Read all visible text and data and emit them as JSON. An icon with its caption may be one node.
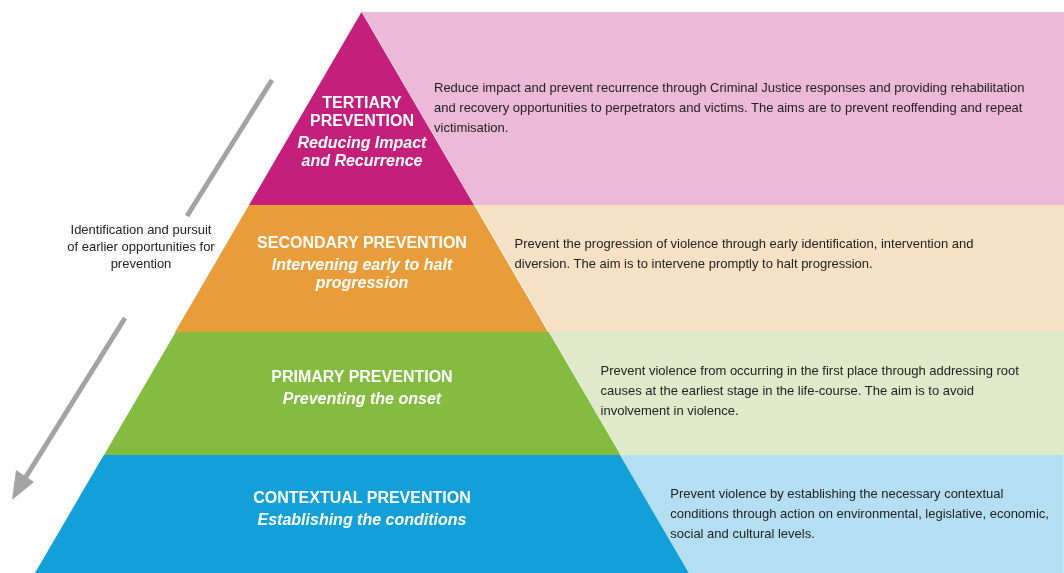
{
  "diagram": {
    "nodes": [
      {
        "text": [
          "TERTIARY PREVENTION",
          "Reducing Impact and Recurrence"
        ]
      },
      {
        "text": [
          "Reduce impact and prevent recurrence through Criminal Justice responses and providing rehabilitation and recovery opportunities to perpetrators and victims. The aims are to prevent reoffending and repeat victimisation."
        ]
      },
      {
        "text": [
          "SECONDARY PREVENTION",
          "Intervening early to halt progression"
        ]
      },
      {
        "text": [
          "Prevent the progression of violence through early identification, intervention and diversion. The aim is to intervene promptly to halt progression."
        ]
      },
      {
        "text": [
          "PRIMARY PREVENTION",
          "Preventing the onset"
        ]
      },
      {
        "text": [
          "Prevent violence from occurring in the first place through addressing root causes at the earliest stage in the life-course. The aim is to avoid involvement in violence."
        ]
      },
      {
        "text": [
          "CONTEXTUAL PREVENTION",
          "Establishing the conditions"
        ]
      },
      {
        "text": [
          "Prevent violence by establishing the necessary contextual conditions through action on environmental, legislative, economic, social and cultural levels."
        ]
      }
    ],
    "labels": [
      "Identification and pursuit of earlier opportunities for prevention"
    ]
  }
}
